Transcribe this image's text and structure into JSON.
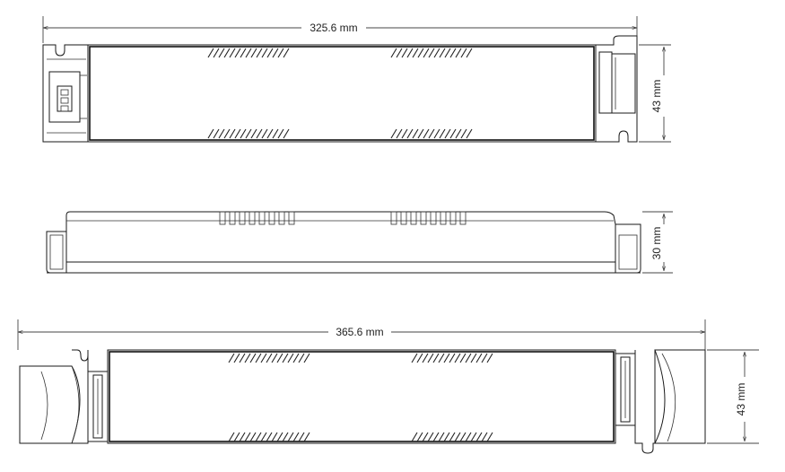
{
  "diagram": {
    "views": [
      {
        "id": "top-view",
        "width_label": "325.6 mm",
        "height_label": "43 mm"
      },
      {
        "id": "side-view",
        "height_label": "30 mm"
      },
      {
        "id": "top-view-with-covers",
        "width_label": "365.6 mm",
        "height_label": "43 mm"
      }
    ]
  }
}
